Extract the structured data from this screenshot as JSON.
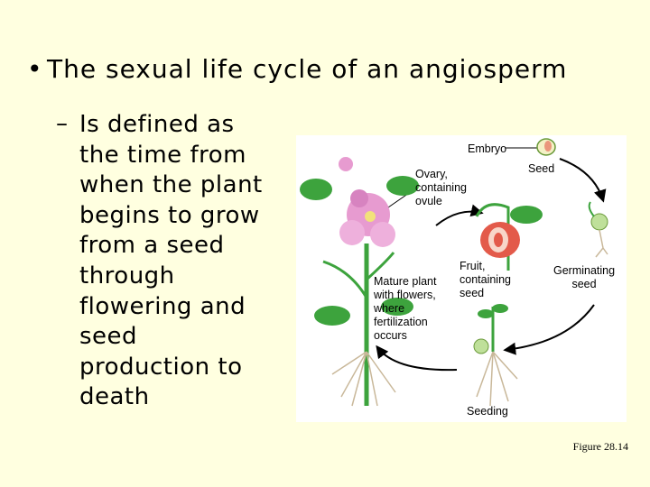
{
  "slide": {
    "bullet": "The sexual life cycle of an angiosperm",
    "sub_dash": "–",
    "sub_text": "Is defined as the time from when the plant begins to grow from a seed through flowering and seed production to death",
    "caption": "Figure 28.14"
  },
  "diagram": {
    "labels": {
      "embryo": "Embryo",
      "seed": "Seed",
      "ovary": "Ovary,\ncontaining\novule",
      "fruit": "Fruit,\ncontaining\nseed",
      "mature_plant": "Mature plant\nwith flowers,\nwhere\nfertilization\noccurs",
      "germinating": "Germinating\nseed",
      "seedling": "Seeding"
    },
    "colors": {
      "panel": "#ffffff",
      "arrow": "#000000",
      "leaf": "#3da33d",
      "flower": "#e79bd0",
      "fruit": "#e35a4a",
      "root": "#c9b89a"
    }
  }
}
